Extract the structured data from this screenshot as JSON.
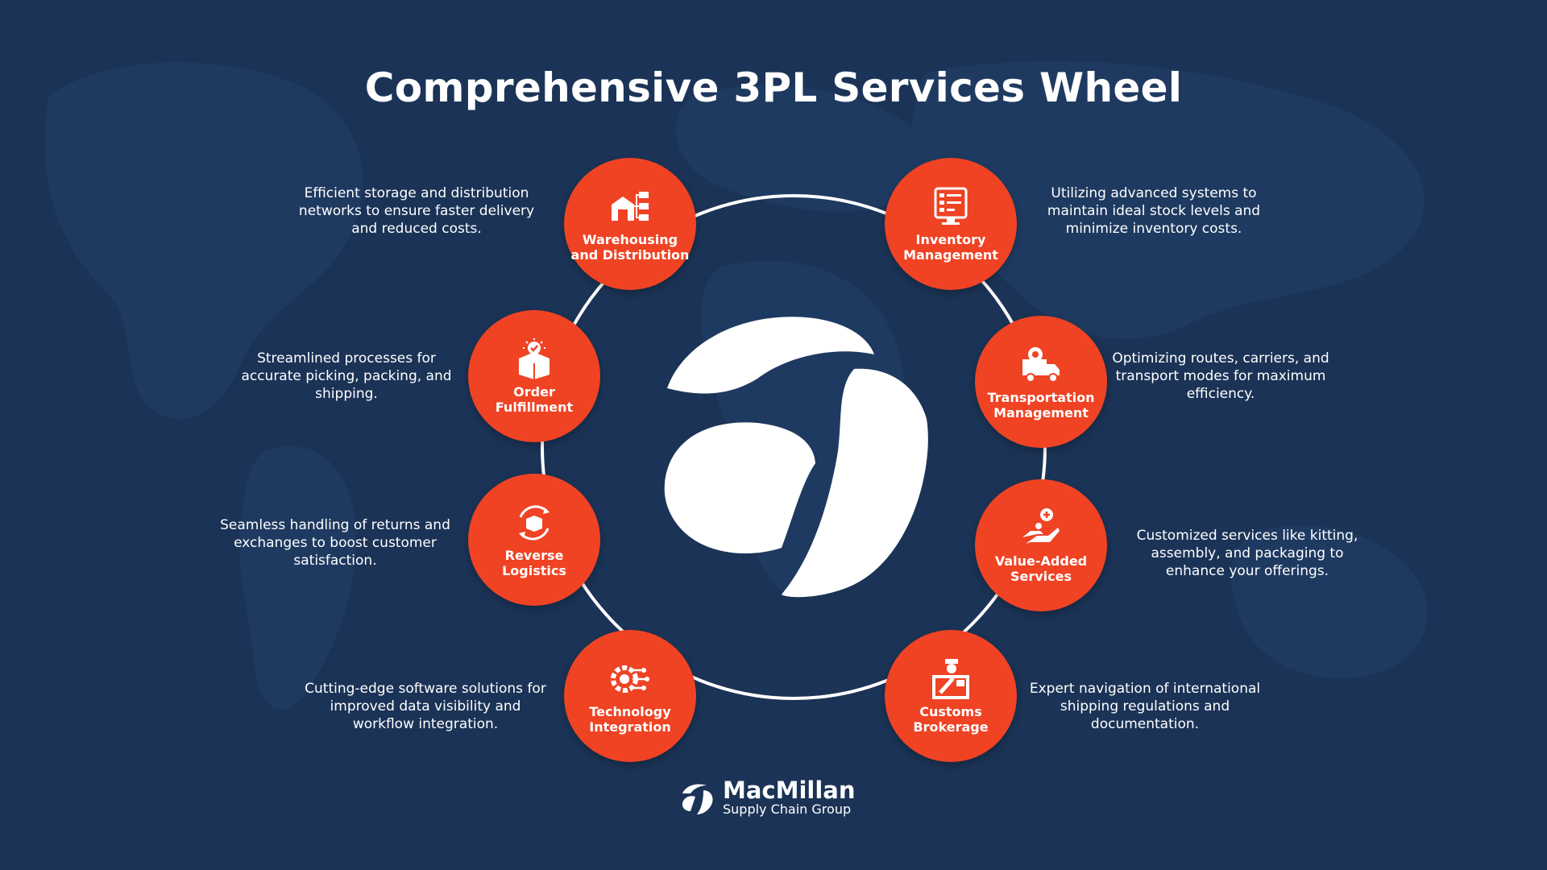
{
  "title": "Comprehensive 3PL Services Wheel",
  "colors": {
    "background": "#1b3356",
    "accent": "#ef4324",
    "ring": "#ffffff"
  },
  "services": [
    {
      "label": "Warehousing\nand Distribution",
      "icon": "warehouse-icon",
      "description": "Efficient storage and distribution networks to ensure faster delivery and reduced costs."
    },
    {
      "label": "Inventory\nManagement",
      "icon": "inventory-checklist-icon",
      "description": "Utilizing advanced systems to maintain ideal stock levels and minimize inventory costs."
    },
    {
      "label": "Order\nFulfillment",
      "icon": "package-check-icon",
      "description": "Streamlined processes for accurate picking, packing, and shipping."
    },
    {
      "label": "Transportation\nManagement",
      "icon": "truck-gear-icon",
      "description": "Optimizing routes, carriers, and transport modes for maximum efficiency."
    },
    {
      "label": "Reverse\nLogistics",
      "icon": "return-box-icon",
      "description": "Seamless handling of returns and exchanges to boost customer satisfaction."
    },
    {
      "label": "Value-Added\nServices",
      "icon": "hand-plus-icon",
      "description": "Customized services like kitting, assembly, and packaging to enhance your offerings."
    },
    {
      "label": "Technology\nIntegration",
      "icon": "gear-circuit-icon",
      "description": "Cutting-edge software solutions for improved data visibility and workflow integration."
    },
    {
      "label": "Customs\nBrokerage",
      "icon": "customs-officer-icon",
      "description": "Expert navigation of international shipping regulations and documentation."
    }
  ],
  "brand": {
    "name": "MacMillan",
    "tagline": "Supply Chain Group",
    "logo": "macmillan-logo"
  }
}
